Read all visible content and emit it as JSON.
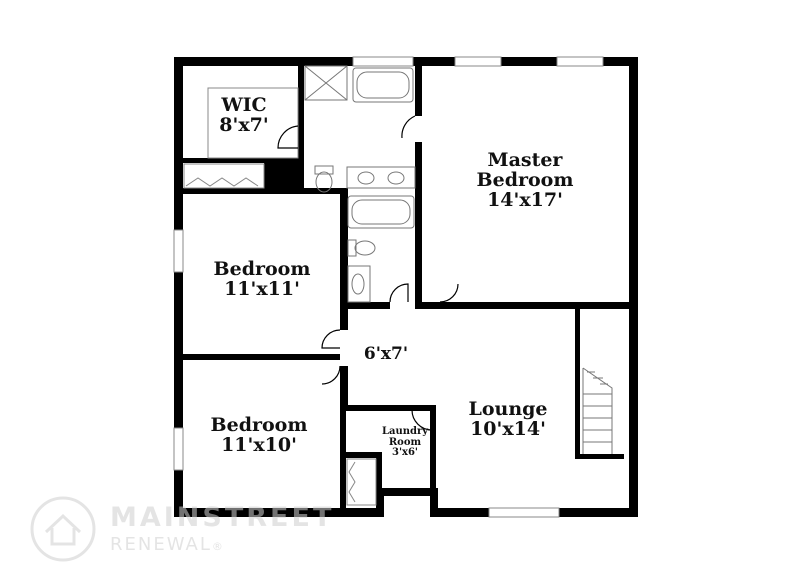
{
  "rooms": {
    "wic": {
      "name": "WIC",
      "dim": "8'x7'"
    },
    "master": {
      "name_line1": "Master",
      "name_line2": "Bedroom",
      "dim": "14'x17'"
    },
    "bedroom1": {
      "name": "Bedroom",
      "dim": "11'x11'"
    },
    "hall": {
      "dim": "6'x7'"
    },
    "bedroom2": {
      "name": "Bedroom",
      "dim": "11'x10'"
    },
    "laundry": {
      "name_line1": "Laundry",
      "name_line2": "Room",
      "dim": "3'x6'"
    },
    "lounge": {
      "name": "Lounge",
      "dim": "10'x14'"
    }
  },
  "watermark": {
    "line1": "MAINSTREET",
    "line2": "RENEWAL",
    "trademark": "®"
  },
  "colors": {
    "wall": "#000000",
    "fixture": "#888888",
    "background": "#ffffff",
    "watermark": "#cfcfcf"
  }
}
